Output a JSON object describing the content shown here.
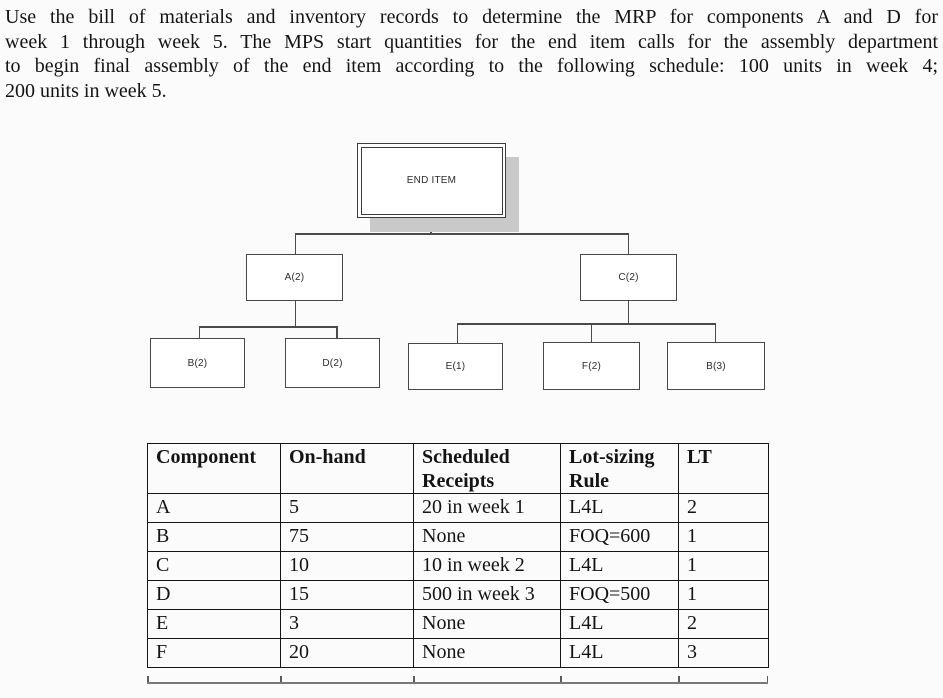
{
  "problem": {
    "lines": [
      "Use the bill of materials and inventory records to determine the MRP for components A and D for",
      "week 1 through week 5. The MPS start quantities for the end item calls for the assembly department",
      "to begin final assembly of the end item according to the following schedule: 100 units in week 4;",
      "200 units in week 5."
    ]
  },
  "bom_tree": {
    "root_label": "END ITEM",
    "nodes": {
      "a": "A(2)",
      "c": "C(2)",
      "b": "B(2)",
      "d": "D(2)",
      "e": "E(1)",
      "f": "F(2)",
      "b3": "B(3)"
    }
  },
  "inventory_table": {
    "headers": [
      "Component",
      "On-hand",
      "Scheduled Receipts",
      "Lot-sizing Rule",
      "LT"
    ],
    "rows": [
      [
        "A",
        "5",
        "20 in week 1",
        "L4L",
        "2"
      ],
      [
        "B",
        "75",
        "None",
        "FOQ=600",
        "1"
      ],
      [
        "C",
        "10",
        "10 in week 2",
        "L4L",
        "1"
      ],
      [
        "D",
        "15",
        "500 in week 3",
        "FOQ=500",
        "1"
      ],
      [
        "E",
        "3",
        "None",
        "L4L",
        "2"
      ],
      [
        "F",
        "20",
        "None",
        "L4L",
        "3"
      ]
    ]
  },
  "colors": {
    "text": "#141414",
    "connector_line": "#4a4a4a",
    "box_border": "#474747",
    "shadow": "#c9c9c9",
    "table_border": "#161616",
    "background": "#fbfbfb"
  }
}
